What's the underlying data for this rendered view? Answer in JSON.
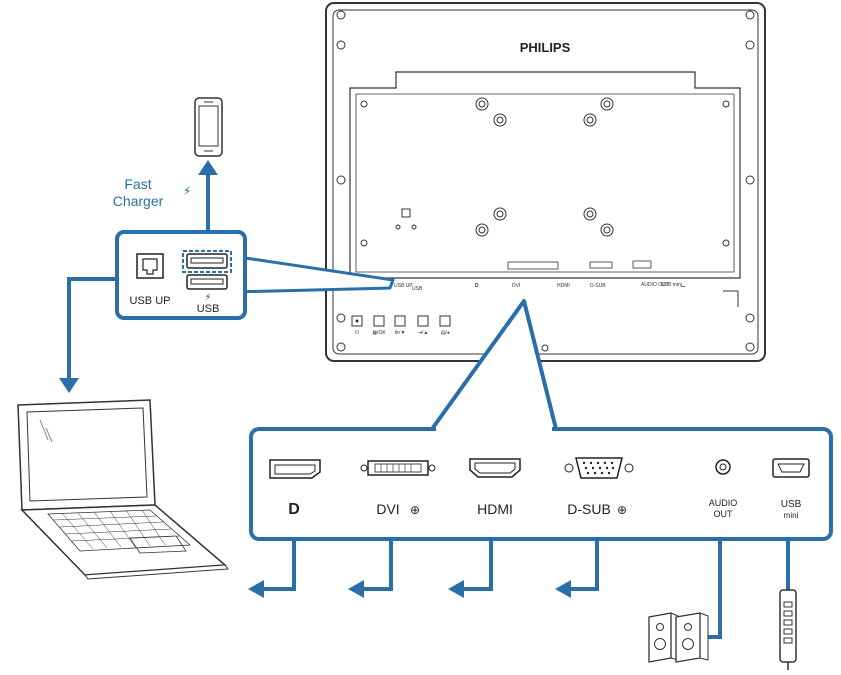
{
  "monitor": {
    "brand": "PHILIPS",
    "rear_labels": {
      "usb_up": "USB UP",
      "usb": "USB",
      "dp": "D",
      "dvi": "DVI",
      "hdmi": "HDMI",
      "dsub": "D-SUB",
      "audio": "AUDIO OUT",
      "usb_mini": "USB mini"
    },
    "buttons": [
      "⏻",
      "▦/OK",
      "⚙/▼",
      "⇥/▲",
      "▤/◂"
    ]
  },
  "usb_panel": {
    "usb_up_label": "USB UP",
    "usb_label": "USB"
  },
  "phone": {
    "fast_charger_line1": "Fast",
    "fast_charger_line2": "Charger"
  },
  "ports_panel": {
    "ports": [
      {
        "id": "dp",
        "label": "D"
      },
      {
        "id": "dvi",
        "label": "DVI"
      },
      {
        "id": "hdmi",
        "label": "HDMI"
      },
      {
        "id": "dsub",
        "label": "D-SUB"
      },
      {
        "id": "audio",
        "label_line1": "AUDIO",
        "label_line2": "OUT"
      },
      {
        "id": "usbmini",
        "label_line1": "USB",
        "label_line2": "mini"
      }
    ]
  },
  "colors": {
    "accent_blue": "#2a6fa8",
    "line_dark": "#333333"
  }
}
